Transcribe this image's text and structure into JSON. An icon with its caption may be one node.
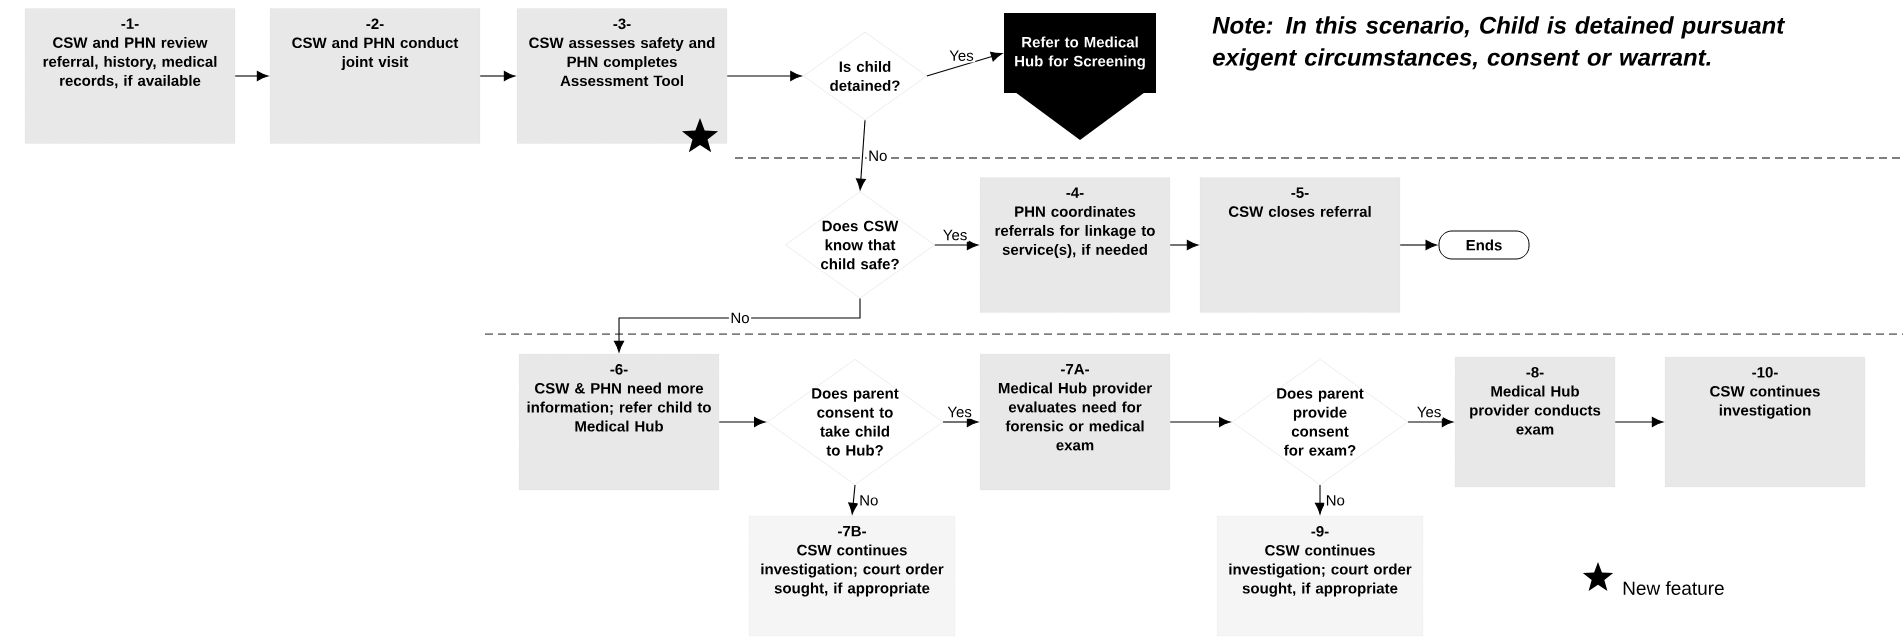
{
  "diagram": {
    "nodes": [
      {
        "text": [
          "-1-",
          "CSW and PHN review referral, history, medical records, if available"
        ]
      },
      {
        "text": [
          "-2-",
          "CSW and PHN conduct joint visit"
        ]
      },
      {
        "text": [
          "-3-",
          "CSW assesses safety and PHN completes Assessment Tool"
        ]
      },
      {
        "text": [
          "Is child detained?"
        ]
      },
      {
        "text": [
          "Refer to Medical Hub for Screening"
        ]
      },
      {
        "text": [
          "Does CSW know that child safe?"
        ]
      },
      {
        "text": [
          "-4-",
          "PHN coordinates referrals for linkage to service(s), if needed"
        ]
      },
      {
        "text": [
          "-5-",
          "CSW closes referral"
        ]
      },
      {
        "text": [
          "Ends"
        ]
      },
      {
        "text": [
          "-6-",
          "CSW & PHN need more information; refer child to Medical Hub"
        ]
      },
      {
        "text": [
          "Does parent consent to take child to Hub?"
        ]
      },
      {
        "text": [
          "-7A-",
          "Medical Hub provider evaluates need for forensic or medical exam"
        ]
      },
      {
        "text": [
          "Does parent provide consent for exam?"
        ]
      },
      {
        "text": [
          "-8-",
          "Medical Hub provider conducts exam"
        ]
      },
      {
        "text": [
          "-10-",
          "CSW continues investigation"
        ]
      },
      {
        "text": [
          "-7B-",
          "CSW continues investigation; court order sought, if appropriate"
        ]
      },
      {
        "text": [
          "-9-",
          "CSW continues investigation; court order sought, if appropriate"
        ]
      }
    ],
    "edges": [
      {
        "from": 0,
        "to": 1,
        "arrow": "to"
      },
      {
        "from": 1,
        "to": 2,
        "arrow": "to"
      },
      {
        "from": 2,
        "to": 3,
        "arrow": "to"
      },
      {
        "from": 3,
        "to": 4,
        "arrow": "to",
        "label": "Yes"
      },
      {
        "from": 3,
        "to": 5,
        "arrow": "to",
        "label": "No"
      },
      {
        "from": 5,
        "to": 6,
        "arrow": "to",
        "label": "Yes"
      },
      {
        "from": 6,
        "to": 7,
        "arrow": "to"
      },
      {
        "from": 7,
        "to": 8,
        "arrow": "to"
      },
      {
        "from": 5,
        "to": 9,
        "arrow": "to",
        "label": "No"
      },
      {
        "from": 9,
        "to": 10,
        "arrow": "to"
      },
      {
        "from": 10,
        "to": 11,
        "arrow": "to",
        "label": "Yes"
      },
      {
        "from": 11,
        "to": 12,
        "arrow": "to"
      },
      {
        "from": 12,
        "to": 13,
        "arrow": "to",
        "label": "Yes"
      },
      {
        "from": 13,
        "to": 14,
        "arrow": "to"
      },
      {
        "from": 10,
        "to": 15,
        "arrow": "to",
        "label": "No"
      },
      {
        "from": 12,
        "to": 16,
        "arrow": "to",
        "label": "No"
      }
    ],
    "labels": [
      "Note: In this scenario, Child is detained pursuant exigent circumstances, consent or warrant."
    ],
    "legend": [
      {
        "text": "New feature"
      }
    ]
  }
}
